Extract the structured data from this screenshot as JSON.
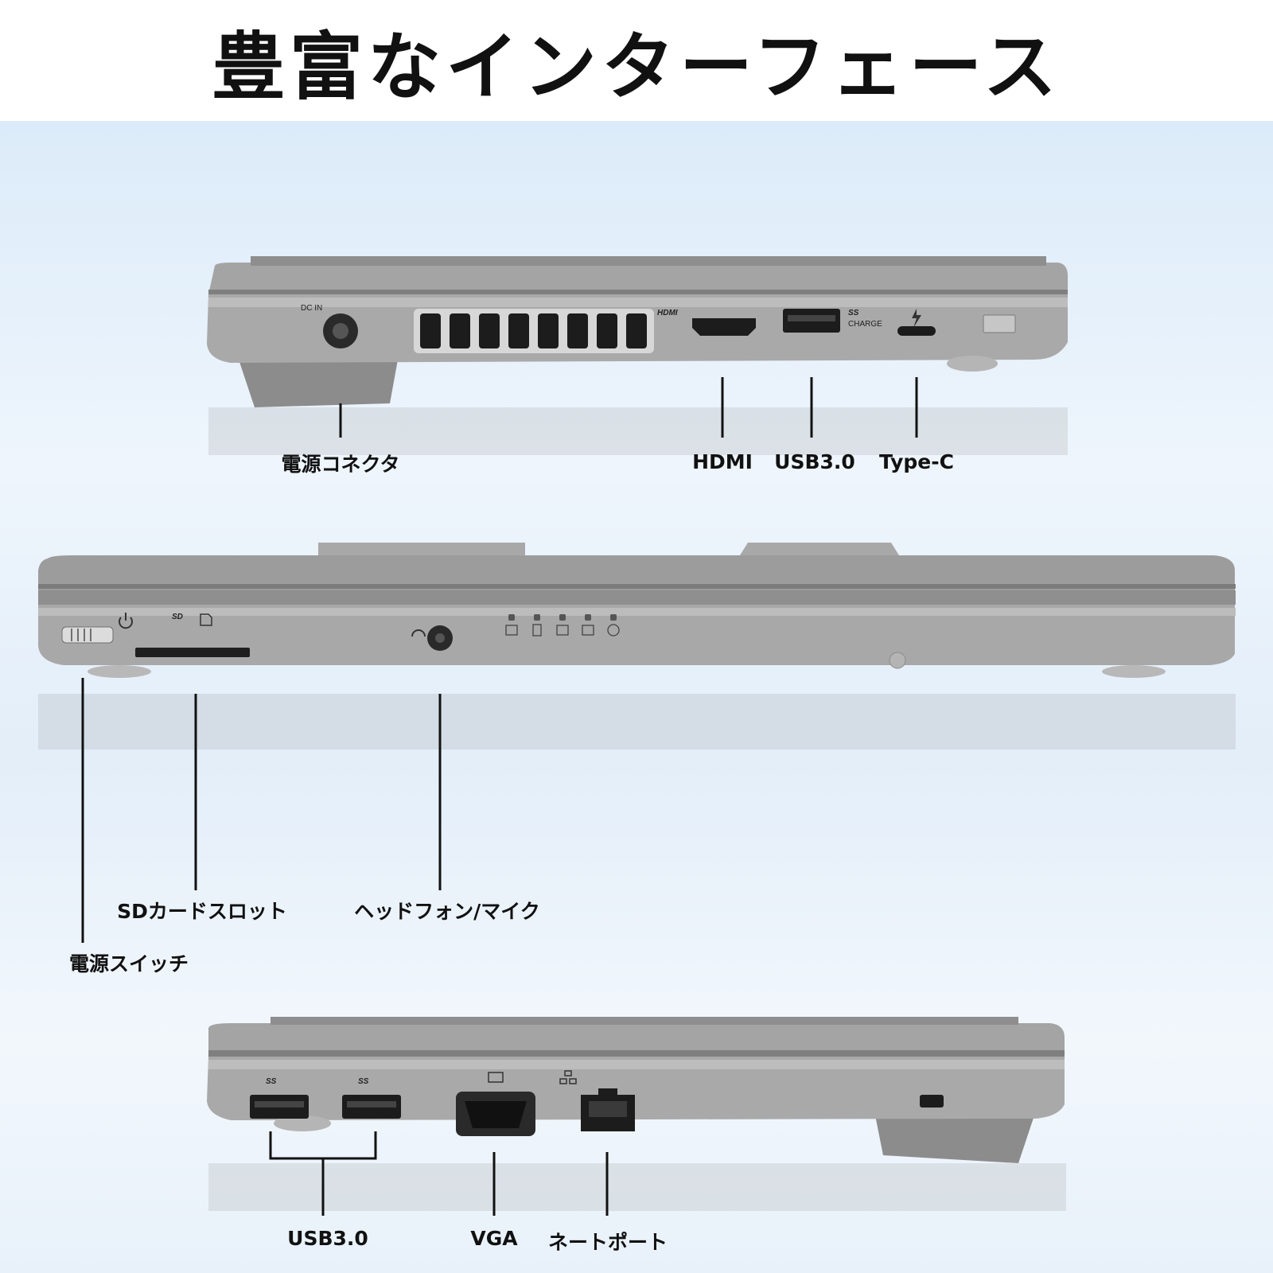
{
  "title": "豊富なインターフェース",
  "top_view": {
    "dc_in_text": "DC IN",
    "hdmi_logo": "HDMI",
    "usb_ss_logo": "SS",
    "usb_charge_text": "CHARGE",
    "labels": {
      "power_connector": "電源コネクタ",
      "hdmi": "HDMI",
      "usb": "USB3.0",
      "typec": "Type-C"
    },
    "icons": [
      "power-plug-icon",
      "hdmi-port-icon",
      "usb-port-icon",
      "thunderbolt-icon",
      "usb-c-port-icon"
    ]
  },
  "middle_view": {
    "sd_logo": "SD",
    "led_icons": [
      "sd-led-icon",
      "battery-led-icon",
      "caps-lock-icon",
      "num-lock-icon",
      "drive-led-icon"
    ],
    "labels": {
      "sd_slot": "SDカードスロット",
      "headphone": "ヘッドフォン/マイク",
      "power_switch": "電源スイッチ"
    }
  },
  "bottom_view": {
    "usb_ss_logo_1": "SS",
    "usb_ss_logo_2": "SS",
    "labels": {
      "usb": "USB3.0",
      "vga": "VGA",
      "lan": "ネートポート"
    }
  },
  "colors": {
    "chassis": "#9e9e9e",
    "chassis_light": "#b9b9b9",
    "chassis_dark": "#6f6f6f",
    "port_dark": "#1c1c1c",
    "background_top": "#dcebf9"
  }
}
